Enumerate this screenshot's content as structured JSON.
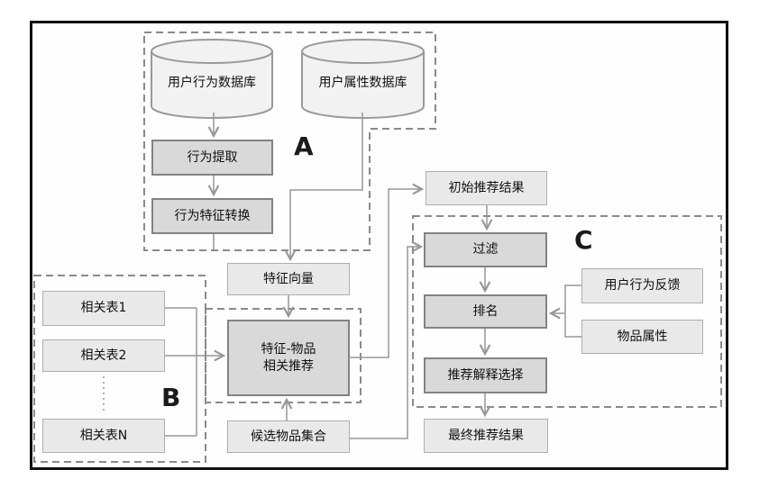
{
  "figure": {
    "group_labels": {
      "a": "A",
      "b": "B",
      "c": "C"
    },
    "nodes": {
      "user_behavior_db": "用户行为数据库",
      "user_attr_db": "用户属性数据库",
      "behavior_extract": "行为提取",
      "behavior_feature_convert": "行为特征转换",
      "feature_vector": "特征向量",
      "feature_item_rec_line1": "特征-物品",
      "feature_item_rec_line2": "相关推荐",
      "candidate_items": "候选物品集合",
      "related_table_1": "相关表1",
      "related_table_2": "相关表2",
      "related_table_n": "相关表N",
      "initial_rec_result": "初始推荐结果",
      "filter": "过滤",
      "ranking": "排名",
      "rec_explanation_select": "推荐解释选择",
      "final_rec_result": "最终推荐结果",
      "user_behavior_feedback": "用户行为反馈",
      "item_attributes": "物品属性"
    },
    "colors": {
      "frame_border": "#111111",
      "node_fill_light": "#e9e9e9",
      "node_border_light": "#aeaeae",
      "node_fill_dark": "#d9d9d9",
      "node_border_dark": "#838383",
      "cylinder_fill": "#f2f2f2",
      "cylinder_border": "#999999",
      "dashed_outline": "#8a8a8a",
      "connector": "#979797"
    }
  }
}
